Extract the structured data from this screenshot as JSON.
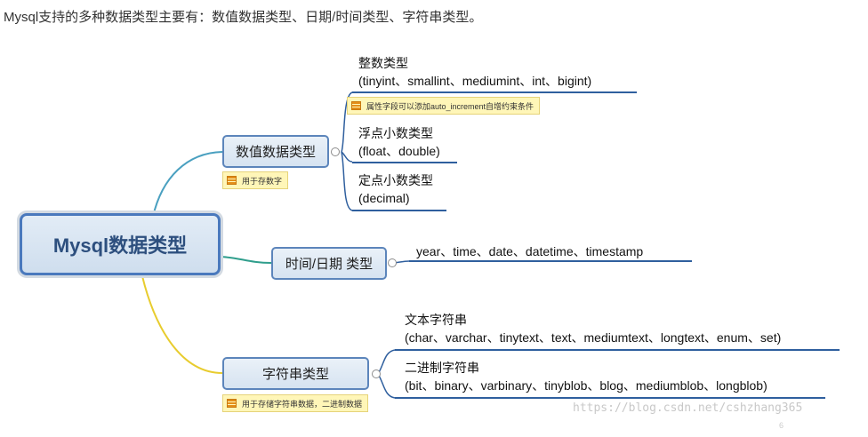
{
  "intro": "Mysql支持的多种数据类型主要有：数值数据类型、日期/时间类型、字符串类型。",
  "root": {
    "label": "Mysql数据类型"
  },
  "branches": {
    "numeric": {
      "label": "数值数据类型",
      "note": "用于存数字",
      "leaves": [
        {
          "title": "整数类型",
          "detail": "(tinyint、smallint、mediumint、int、bigint)",
          "note": "属性字段可以添加auto_increment自增约束条件"
        },
        {
          "title": "浮点小数类型",
          "detail": "(float、double)"
        },
        {
          "title": "定点小数类型",
          "detail": "(decimal)"
        }
      ]
    },
    "datetime": {
      "label": "时间/日期 类型",
      "leaves": [
        {
          "detail": "year、time、date、datetime、timestamp"
        }
      ]
    },
    "string": {
      "label": "字符串类型",
      "note": "用于存储字符串数据，二进制数据",
      "leaves": [
        {
          "title": "文本字符串",
          "detail": "(char、varchar、tinytext、text、mediumtext、longtext、enum、set)"
        },
        {
          "title": "二进制字符串",
          "detail": "(bit、binary、varbinary、tinyblob、blog、mediumblob、longblob)"
        }
      ]
    }
  },
  "watermark": "https://blog.csdn.net/cshzhang365",
  "watermark_sub": "6",
  "colors": {
    "numeric_link": "#4aa0c0",
    "datetime_link": "#2f9e8c",
    "string_link": "#e8cc2e",
    "leaf_line": "#2f5f9e"
  }
}
